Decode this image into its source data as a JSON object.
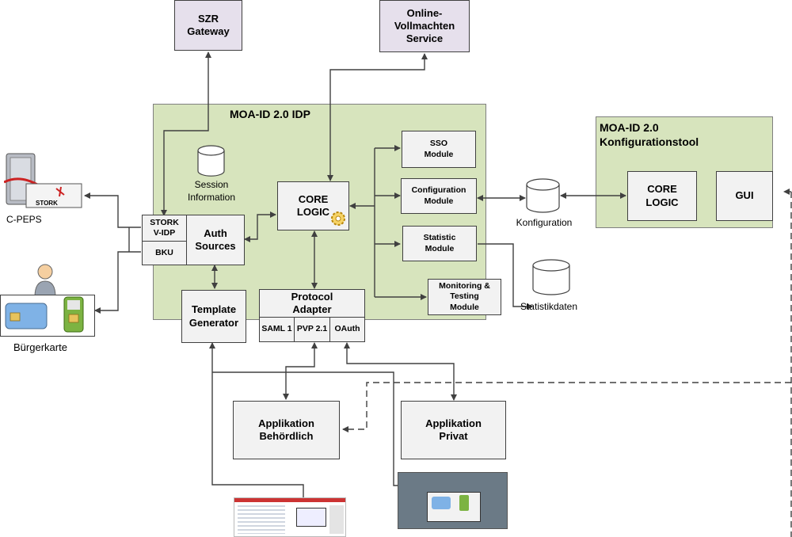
{
  "external": {
    "szr": "SZR\nGateway",
    "vollmachten": "Online-\nVollmachten\nService"
  },
  "idp": {
    "title": "MOA-ID 2.0 IDP",
    "session": "Session\nInformation",
    "core": "CORE\nLOGIC",
    "stork": "STORK\nV-IDP",
    "bku": "BKU",
    "auth": "Auth\nSources",
    "template": "Template\nGenerator",
    "protocol": "Protocol\nAdapter",
    "saml": "SAML 1",
    "pvp": "PVP 2.1",
    "oauth": "OAuth",
    "sso": "SSO\nModule",
    "config": "Configuration\nModule",
    "statistic": "Statistic\nModule",
    "monitoring": "Monitoring &\nTesting\nModule"
  },
  "tool": {
    "title": "MOA-ID 2.0\nKonfigurationstool",
    "core": "CORE\nLOGIC",
    "gui": "GUI"
  },
  "stores": {
    "konfiguration": "Konfiguration",
    "statistik": "Statistikdaten"
  },
  "left": {
    "cpeps": "C-PEPS",
    "stork_tag": "STORK",
    "buergerkarte": "Bürgerkarte"
  },
  "apps": {
    "behoerdlich": "Applikation\nBehördlich",
    "privat": "Applikation\nPrivat"
  },
  "colors": {
    "region": "#d7e4bd",
    "box": "#f2f2f2",
    "external": "#e6e0ec",
    "line": "#404040"
  }
}
